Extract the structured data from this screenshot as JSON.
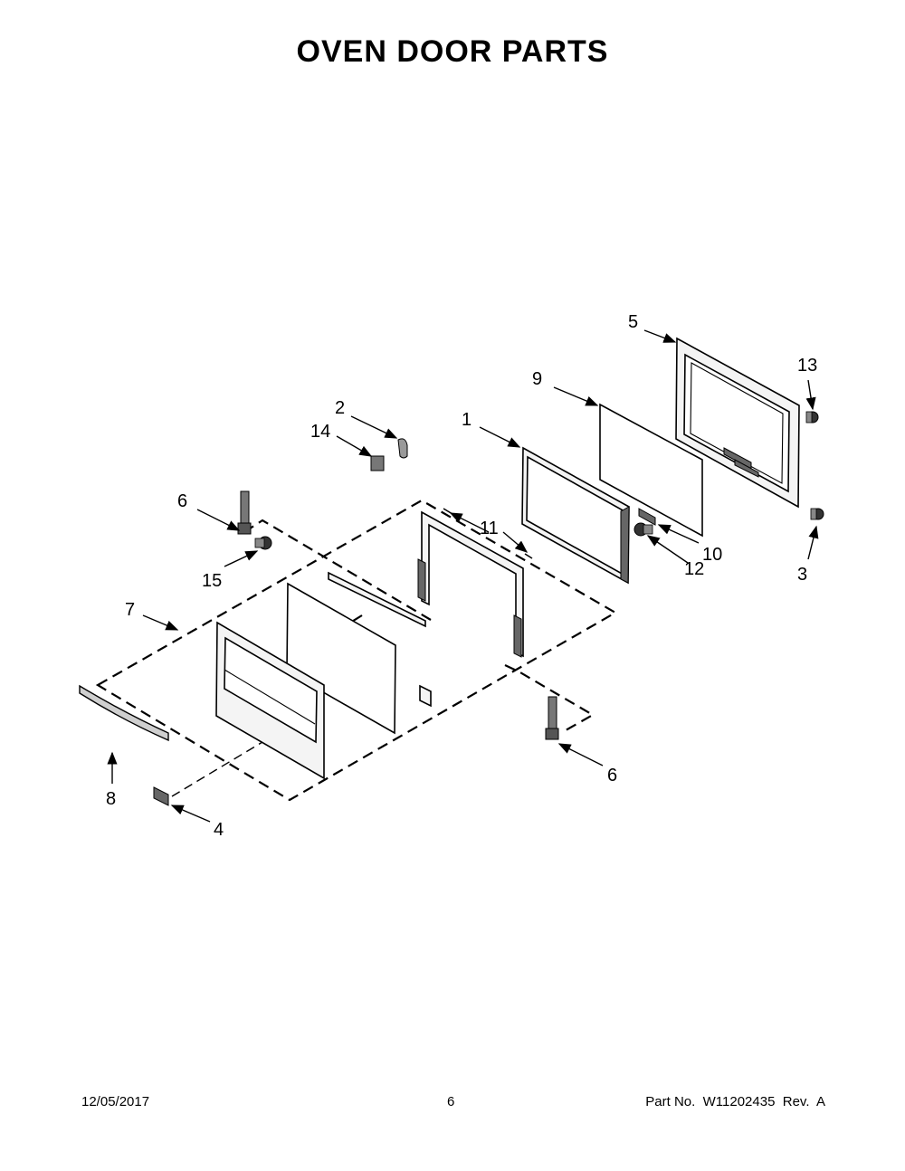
{
  "title": "OVEN DOOR PARTS",
  "callouts": {
    "c1": "1",
    "c2": "2",
    "c3": "3",
    "c4": "4",
    "c5": "5",
    "c6a": "6",
    "c6b": "6",
    "c7": "7",
    "c8": "8",
    "c9": "9",
    "c10": "10",
    "c11": "11",
    "c12": "12",
    "c13": "13",
    "c14": "14",
    "c15": "15"
  },
  "footer": {
    "date": "12/05/2017",
    "page": "6",
    "part_no": "Part No.  W11202435  Rev.  A"
  }
}
